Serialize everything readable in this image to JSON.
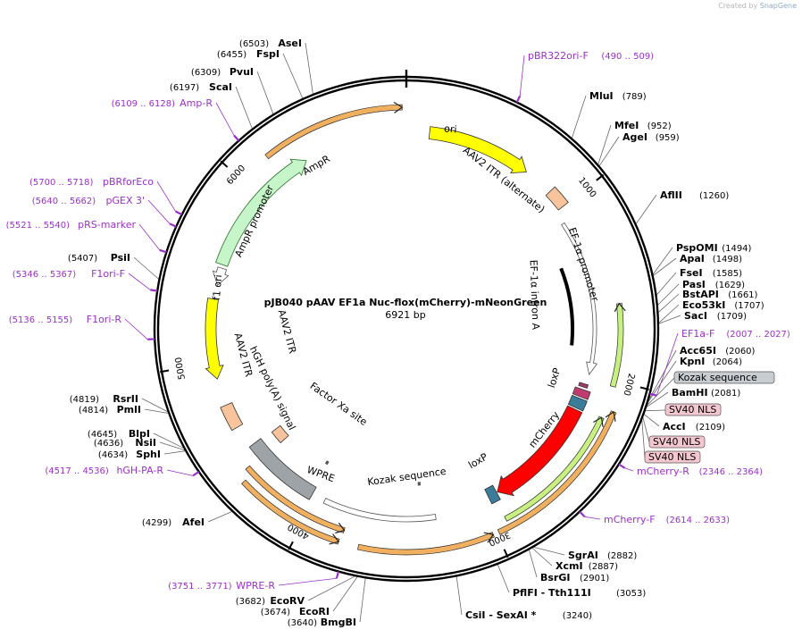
{
  "header": {
    "created_text": "Created by",
    "brand": "SnapGene"
  },
  "plasmid": {
    "name": "pJB040 pAAV EF1a Nuc-flox(mCherry)-mNeonGreen",
    "size_label": "6921 bp",
    "total_bp": 6921
  },
  "ticks": [
    "1000",
    "2000",
    "3000",
    "4000",
    "5000",
    "6000"
  ],
  "restriction_sites": [
    {
      "name": "AseI",
      "pos": "(6503)"
    },
    {
      "name": "FspI",
      "pos": "(6455)"
    },
    {
      "name": "PvuI",
      "pos": "(6309)"
    },
    {
      "name": "ScaI",
      "pos": "(6197)"
    },
    {
      "name": "MluI",
      "pos": "(789)"
    },
    {
      "name": "MfeI",
      "pos": "(952)"
    },
    {
      "name": "AgeI",
      "pos": "(959)"
    },
    {
      "name": "AflII",
      "pos": "(1260)"
    },
    {
      "name": "PspOMI",
      "pos": "(1494)"
    },
    {
      "name": "ApaI",
      "pos": "(1498)"
    },
    {
      "name": "FseI",
      "pos": "(1585)"
    },
    {
      "name": "PasI",
      "pos": "(1629)"
    },
    {
      "name": "BstAPI",
      "pos": "(1661)"
    },
    {
      "name": "Eco53kI",
      "pos": "(1707)"
    },
    {
      "name": "SacI",
      "pos": "(1709)"
    },
    {
      "name": "Acc65I",
      "pos": "(2060)"
    },
    {
      "name": "KpnI",
      "pos": "(2064)"
    },
    {
      "name": "BamHI",
      "pos": "(2081)"
    },
    {
      "name": "AccI",
      "pos": "(2109)"
    },
    {
      "name": "SgrAI",
      "pos": "(2882)"
    },
    {
      "name": "XcmI",
      "pos": "(2887)"
    },
    {
      "name": "BsrGI",
      "pos": "(2901)"
    },
    {
      "name": "PflFI - Tth111I",
      "pos": "(3053)"
    },
    {
      "name": "CsiI - SexAI *",
      "pos": "(3240)"
    },
    {
      "name": "BmgBI",
      "pos": "(3640)"
    },
    {
      "name": "EcoRI",
      "pos": "(3674)"
    },
    {
      "name": "EcoRV",
      "pos": "(3682)"
    },
    {
      "name": "AfeI",
      "pos": "(4299)"
    },
    {
      "name": "SphI",
      "pos": "(4634)"
    },
    {
      "name": "NsiI",
      "pos": "(4636)"
    },
    {
      "name": "BlpI",
      "pos": "(4645)"
    },
    {
      "name": "PmlI",
      "pos": "(4814)"
    },
    {
      "name": "RsrII",
      "pos": "(4819)"
    },
    {
      "name": "PsiI",
      "pos": "(5407)"
    }
  ],
  "primers": [
    {
      "name": "pBR322ori-F",
      "range": "(490 .. 509)"
    },
    {
      "name": "EF1a-F",
      "range": "(2007 .. 2027)"
    },
    {
      "name": "mCherry-R",
      "range": "(2346 .. 2364)"
    },
    {
      "name": "mCherry-F",
      "range": "(2614 .. 2633)"
    },
    {
      "name": "WPRE-R",
      "range": "(3751 .. 3771)"
    },
    {
      "name": "hGH-PA-R",
      "range": "(4517 .. 4536)"
    },
    {
      "name": "F1ori-R",
      "range": "(5136 .. 5155)"
    },
    {
      "name": "F1ori-F",
      "range": "(5346 .. 5367)"
    },
    {
      "name": "pRS-marker",
      "range": "(5521 .. 5540)"
    },
    {
      "name": "pGEX 3'",
      "range": "(5640 .. 5662)"
    },
    {
      "name": "pBRforEco",
      "range": "(5700 .. 5718)"
    },
    {
      "name": "Amp-R",
      "range": "(6109 .. 6128)"
    }
  ],
  "boxed_labels": [
    "Kozak sequence",
    "SV40 NLS",
    "SV40 NLS",
    "SV40 NLS"
  ],
  "features": [
    {
      "name": "ori"
    },
    {
      "name": "AAV2 ITR (alternate)"
    },
    {
      "name": "EF-1α promoter"
    },
    {
      "name": "EF-1α intron A"
    },
    {
      "name": "loxP"
    },
    {
      "name": "mCherry"
    },
    {
      "name": "loxP"
    },
    {
      "name": "Kozak sequence"
    },
    {
      "name": "WPRE"
    },
    {
      "name": "Factor Xa site"
    },
    {
      "name": "hGH poly(A) signal"
    },
    {
      "name": "AAV2 ITR"
    },
    {
      "name": "AAV2 ITR"
    },
    {
      "name": "f1 ori"
    },
    {
      "name": "AmpR promoter"
    },
    {
      "name": "AmpR"
    }
  ],
  "colors": {
    "ori": "#ffff00",
    "itr": "#f9c39b",
    "promoter": "#ffffff",
    "mcherry": "#ff0000",
    "loxp": "#3a7d9a",
    "wpre": "#ffffff",
    "polya": "#9ea3a8",
    "ampr": "#c6f5c9",
    "mneon": "#c8f080",
    "orf_orange": "#f0b060",
    "primer": "#9b30c8",
    "boxed": "#f4c7d0",
    "kozak_box": "#c8cdd2"
  }
}
